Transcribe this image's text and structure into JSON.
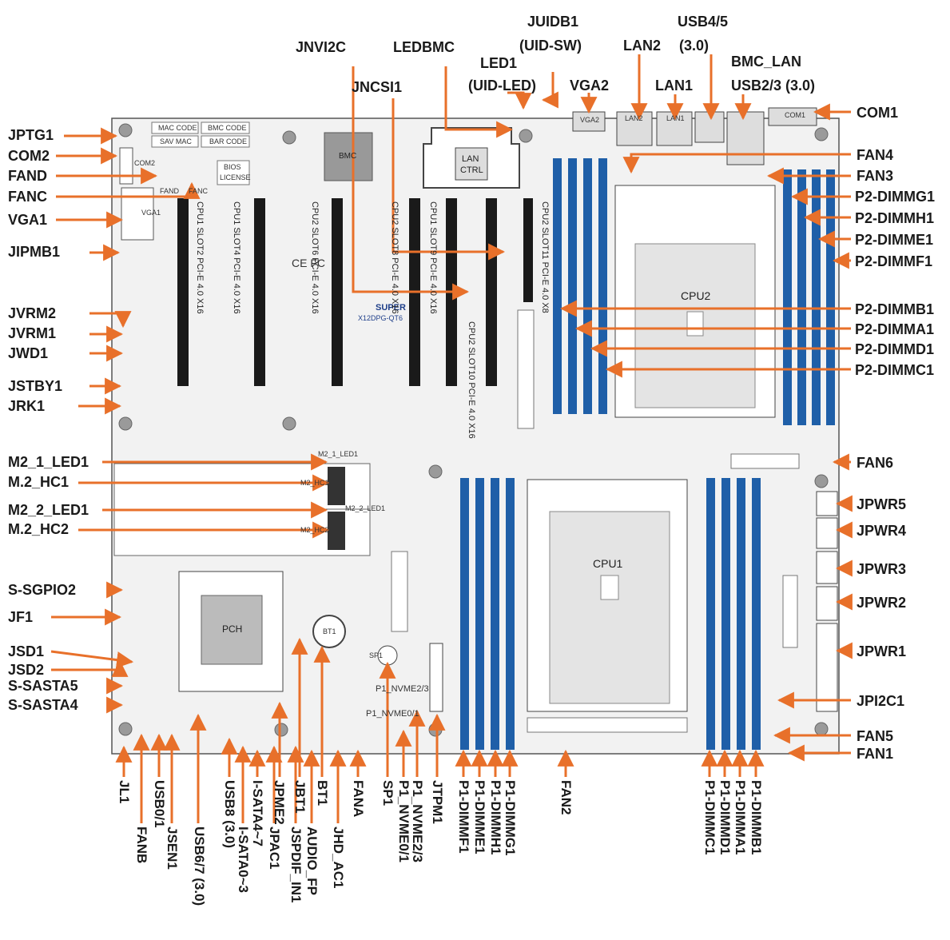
{
  "colors": {
    "arrow": "#e8702a",
    "dimm": "#1f5fa8",
    "board": "#f2f2f2",
    "slot": "#1a1a1a"
  },
  "labels": {
    "JPTG1": "JPTG1",
    "COM2": "COM2",
    "FAND": "FAND",
    "FANC": "FANC",
    "VGA1": "VGA1",
    "JIPMB1": "JIPMB1",
    "JVRM2": "JVRM2",
    "JVRM1": "JVRM1",
    "JWD1": "JWD1",
    "JSTBY1": "JSTBY1",
    "JRK1": "JRK1",
    "M2_1_LED1": "M2_1_LED1",
    "M2_HC1": "M.2_HC1",
    "M2_2_LED1": "M2_2_LED1",
    "M2_HC2": "M.2_HC2",
    "S_SGPIO2": "S-SGPIO2",
    "JF1": "JF1",
    "JSD1": "JSD1",
    "JSD2": "JSD2",
    "S_SASTA5": "S-SASTA5",
    "S_SASTA4": "S-SASTA4",
    "JNVI2C": "JNVI2C",
    "LEDBMC": "LEDBMC",
    "LED1_a": "LED1",
    "LED1_b": "(UID-LED)",
    "JUIDB1_a": "JUIDB1",
    "JUIDB1_b": "(UID-SW)",
    "VGA2": "VGA2",
    "LAN2": "LAN2",
    "LAN1": "LAN1",
    "USB45_a": "USB4/5",
    "USB45_b": "(3.0)",
    "BMC_LAN": "BMC_LAN",
    "USB23": "USB2/3 (3.0)",
    "JNCSI1": "JNCSI1",
    "COM1": "COM1",
    "FAN4": "FAN4",
    "FAN3": "FAN3",
    "P2_DIMMG1": "P2-DIMMG1",
    "P2_DIMMH1": "P2-DIMMH1",
    "P2_DIMME1": "P2-DIMME1",
    "P2_DIMMF1": "P2-DIMMF1",
    "P2_DIMMB1": "P2-DIMMB1",
    "P2_DIMMA1": "P2-DIMMA1",
    "P2_DIMMD1": "P2-DIMMD1",
    "P2_DIMMC1": "P2-DIMMC1",
    "FAN6": "FAN6",
    "JPWR5": "JPWR5",
    "JPWR4": "JPWR4",
    "JPWR3": "JPWR3",
    "JPWR2": "JPWR2",
    "JPWR1": "JPWR1",
    "JPI2C1": "JPI2C1",
    "FAN5": "FAN5",
    "FAN1": "FAN1",
    "JL1": "JL1",
    "FANB": "FANB",
    "USB01": "USB0/1",
    "JSEN1": "JSEN1",
    "USB67": "USB6/7 (3.0)",
    "USB8": "USB8 (3.0)",
    "I_SATA47": "I-SATA4~7",
    "I_SATA03": "I-SATA0~3",
    "JPME2": "JPME2",
    "JPAC1": "JPAC1",
    "JBT1": "JBT1",
    "JSPDIF_IN1": "JSPDIF_IN1",
    "BT1": "BT1",
    "AUDIO_FP": "AUDIO_FP",
    "JHD_AC1": "JHD_AC1",
    "FANA": "FANA",
    "SP1": "SP1",
    "P1_NVME01": "P1_NVME0/1",
    "P1_NVME23": "P1_NVME2/3",
    "JTPM1": "JTPM1",
    "P1_DIMMF1": "P1-DIMMF1",
    "P1_DIMME1": "P1-DIMME1",
    "P1_DIMMH1": "P1-DIMMH1",
    "P1_DIMMG1": "P1-DIMMG1",
    "FAN2": "FAN2",
    "P1_DIMMC1": "P1-DIMMC1",
    "P1_DIMMD1": "P1-DIMMD1",
    "P1_DIMMA1": "P1-DIMMA1",
    "P1_DIMMB1": "P1-DIMMB1"
  },
  "board": {
    "bmc": "BMC",
    "lan_ctrl_a": "LAN",
    "lan_ctrl_b": "CTRL",
    "cpu1": "CPU1",
    "cpu2": "CPU2",
    "pch": "PCH",
    "mac_code": "MAC CODE",
    "bmc_code": "BMC CODE",
    "sav_mac": "SAV MAC",
    "bar_code": "BAR CODE",
    "bios_a": "BIOS",
    "bios_b": "LICENSE",
    "ce_fc": "CE FC",
    "super_a": "SUPER",
    "super_b": "X12DPG-QT6",
    "slot1": "CPU1 SLOT2 PCI-E 4.0 X16",
    "slot2": "CPU1 SLOT4 PCI-E 4.0 X16",
    "slot3": "CPU2 SLOT6 PCI-E 4.0 X16",
    "slot4": "CPU2 SLOT8 PCI-E 4.0 X16",
    "slot5": "CPU1 SLOT9 PCI-E 4.0 X16",
    "slot6": "CPU2 SLOT11 PCI-E 4.0 X8",
    "slot7": "CPU2 SLOT10 PCI-E 4.0 X16",
    "sl_m2_1": "M2_1_LED1",
    "sl_m2_2": "M2_2_LED1",
    "sl_m2hc1": "M2_HC1",
    "sl_m2hc2": "M2_HC2",
    "sl_com2": "COM2",
    "sl_vga1": "VGA1",
    "sl_fand": "FAND",
    "sl_fanc": "FANC",
    "sl_nvme01": "P1_NVME0/1",
    "sl_nvme23": "P1_NVME2/3",
    "sl_bt1": "BT1",
    "sl_sp1": "SP1",
    "sl_com1": "COM1",
    "sl_vga2": "VGA2",
    "sl_lan2": "LAN2",
    "sl_lan1": "LAN1"
  }
}
